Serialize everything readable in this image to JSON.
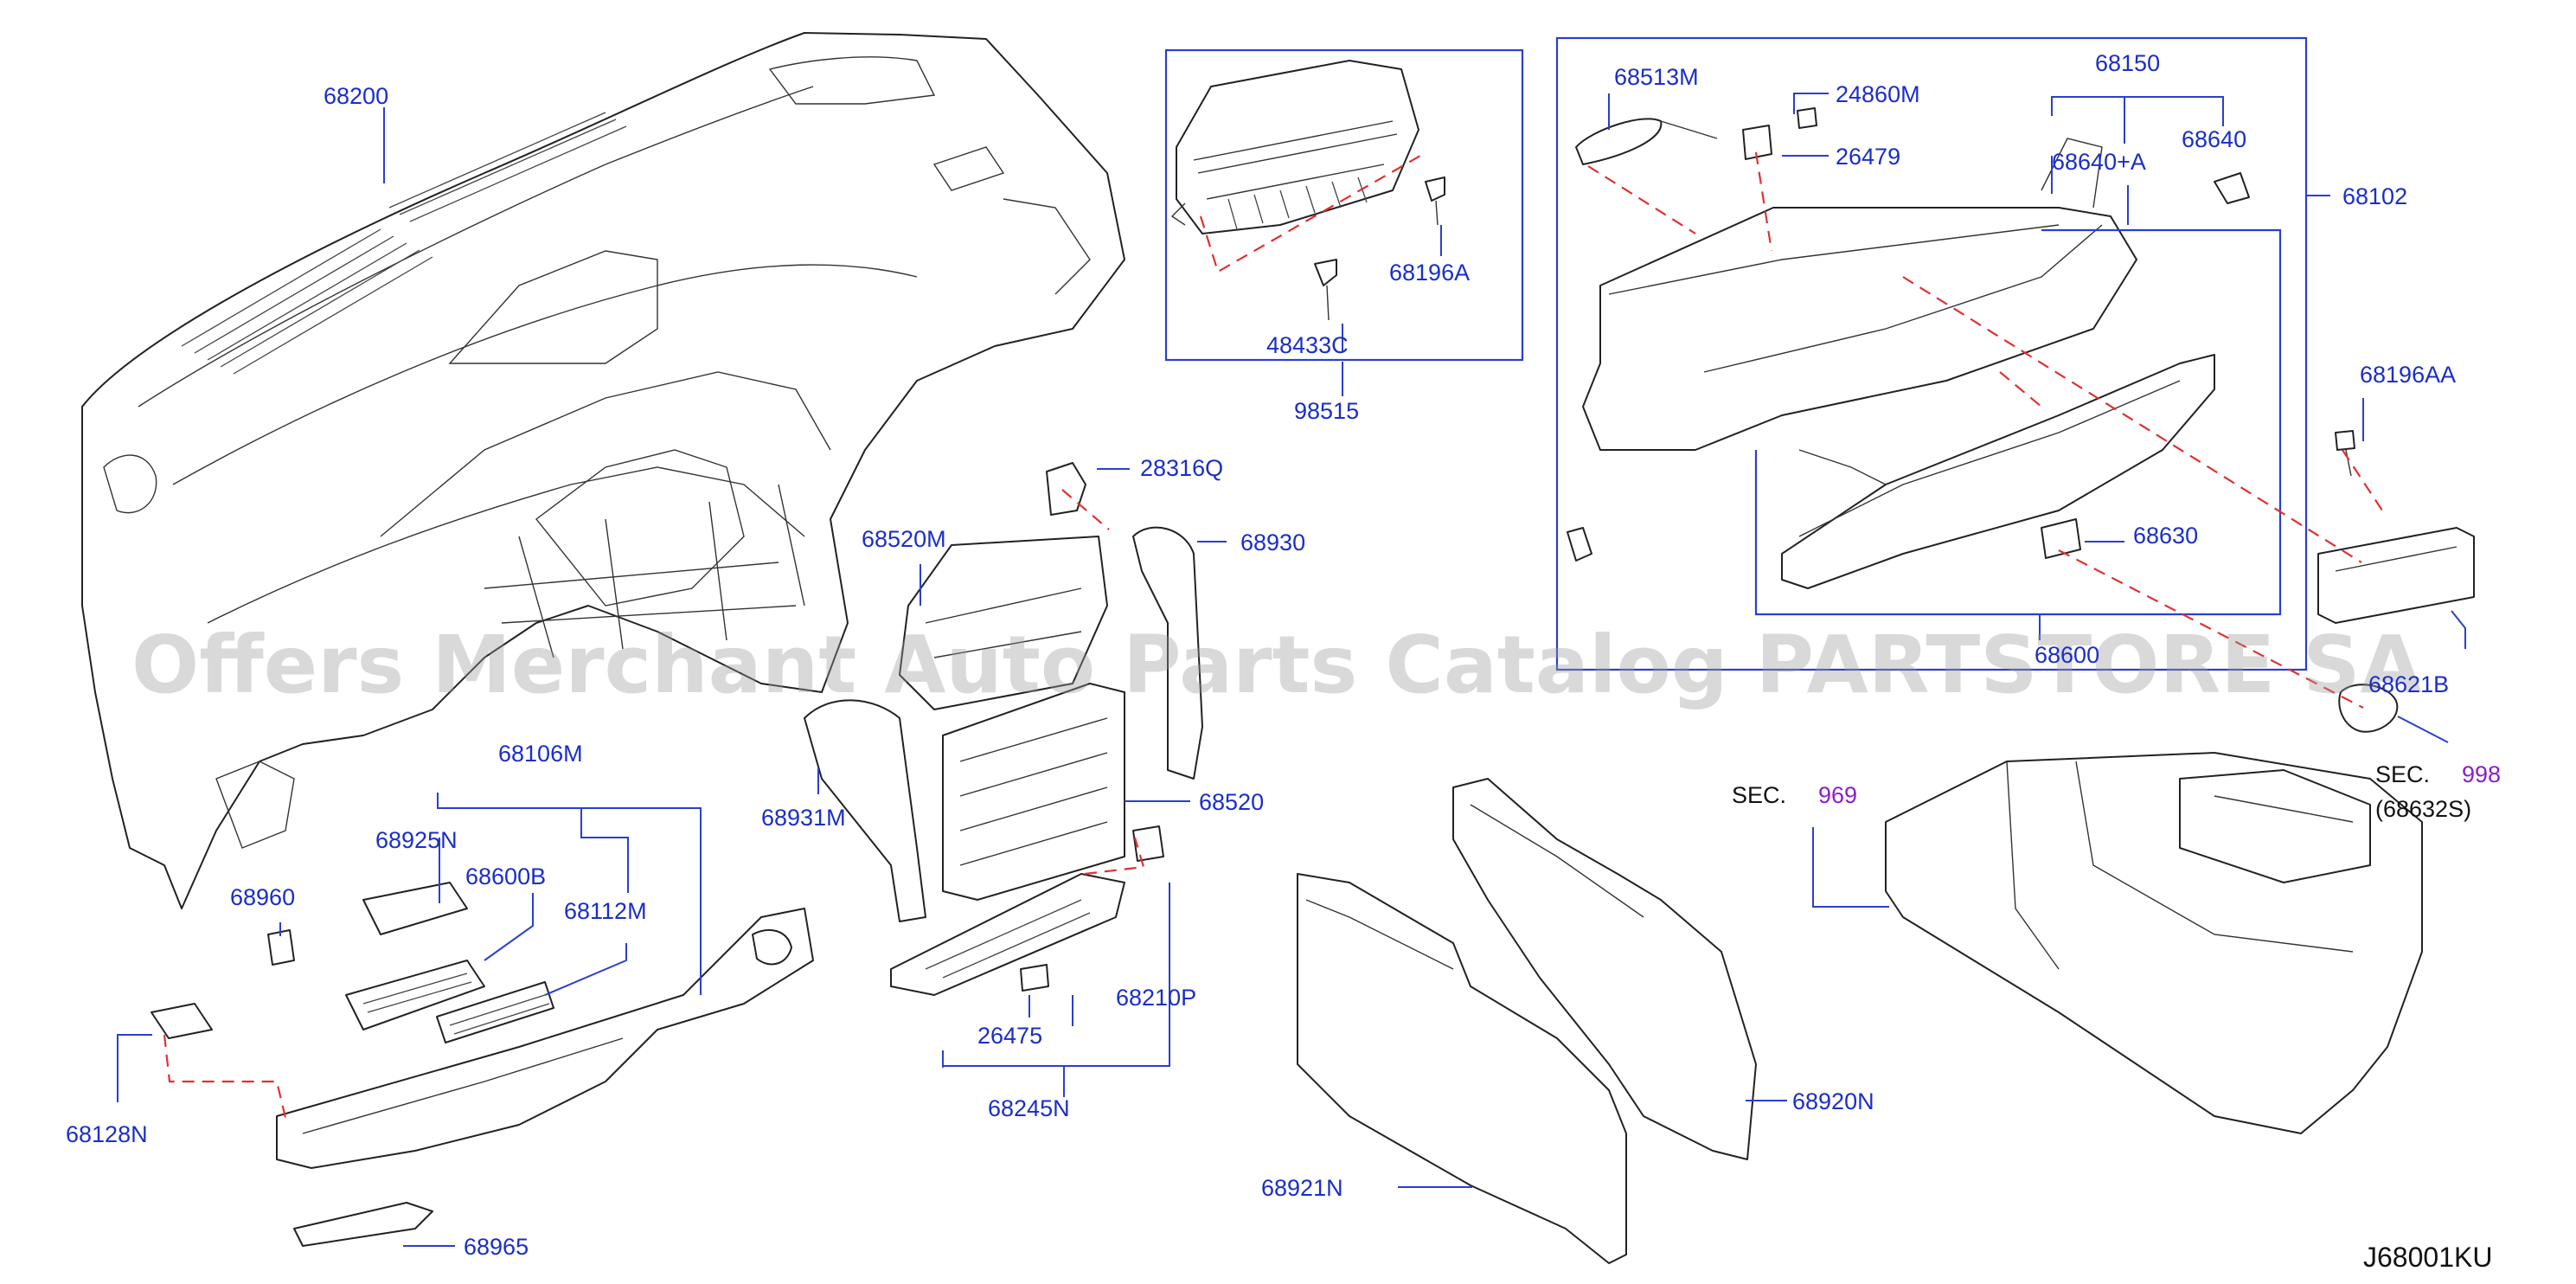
{
  "diagram_id": "J68001KU",
  "watermark": "Offers Merchant Auto Parts Catalog PARTSTORE SA",
  "colors": {
    "label": "#1a2ec8",
    "leader": "#2a3fd0",
    "dashed": "#e23030",
    "section_ref": "#8a1fc8"
  },
  "labels": {
    "p68200": "68200",
    "p98515": "98515",
    "p48433C": "48433C",
    "p68196A": "68196A",
    "p68513M": "68513M",
    "p24860M": "24860M",
    "p26479": "26479",
    "p68150": "68150",
    "p68640A": "68640+A",
    "p68640": "68640",
    "p68102": "68102",
    "p68196AA": "68196AA",
    "p68630": "68630",
    "p68600": "68600",
    "p68621B": "68621B",
    "p28316Q": "28316Q",
    "p68520M": "68520M",
    "p68930": "68930",
    "p68931M": "68931M",
    "p68520": "68520",
    "p68106M": "68106M",
    "p68925N": "68925N",
    "p68600B": "68600B",
    "p68112M": "68112M",
    "p68960": "68960",
    "p68128N": "68128N",
    "p68965": "68965",
    "p68210P": "68210P",
    "p26475": "26475",
    "p68245N": "68245N",
    "p68920N": "68920N",
    "p68921N": "68921N"
  },
  "section_refs": {
    "sec969_prefix": "SEC.",
    "sec969_num": "969",
    "sec998_prefix": "SEC.",
    "sec998_num": "998",
    "sec998_sub": "(68632S)"
  }
}
